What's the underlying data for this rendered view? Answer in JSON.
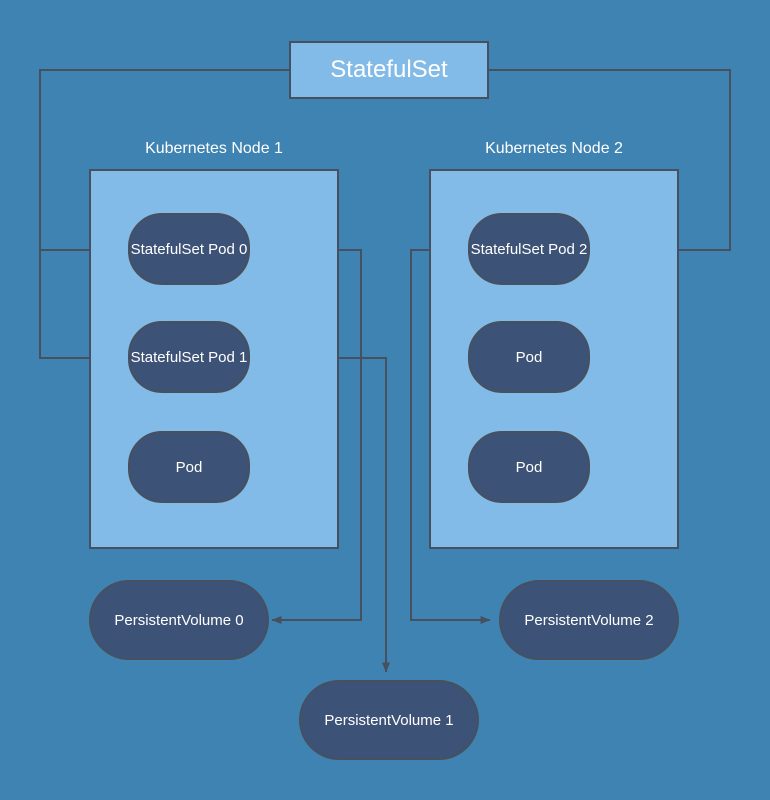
{
  "diagram": {
    "title": "StatefulSet",
    "background_color": "#3e83b2",
    "group_fill_color": "#82bbe8",
    "pod_fill_color": "#3d5277",
    "stroke_color": "#46505f",
    "text_color": "#ffffff"
  },
  "statefulset": {
    "label": "StatefulSet"
  },
  "nodes": [
    {
      "label": "Kubernetes Node 1",
      "pods": [
        {
          "label": "StatefulSet Pod 0"
        },
        {
          "label": "StatefulSet Pod 1"
        },
        {
          "label": "Pod"
        }
      ]
    },
    {
      "label": "Kubernetes Node 2",
      "pods": [
        {
          "label": "StatefulSet Pod 2"
        },
        {
          "label": "Pod"
        },
        {
          "label": "Pod"
        }
      ]
    }
  ],
  "volumes": [
    {
      "label": "PersistentVolume 0"
    },
    {
      "label": "PersistentVolume 1"
    },
    {
      "label": "PersistentVolume 2"
    }
  ],
  "edges": [
    {
      "from": "StatefulSet",
      "to": "StatefulSet Pod 0"
    },
    {
      "from": "StatefulSet",
      "to": "StatefulSet Pod 1"
    },
    {
      "from": "StatefulSet",
      "to": "StatefulSet Pod 2"
    },
    {
      "from": "StatefulSet Pod 0",
      "to": "PersistentVolume 0"
    },
    {
      "from": "StatefulSet Pod 1",
      "to": "PersistentVolume 1"
    },
    {
      "from": "StatefulSet Pod 2",
      "to": "PersistentVolume 2"
    }
  ]
}
